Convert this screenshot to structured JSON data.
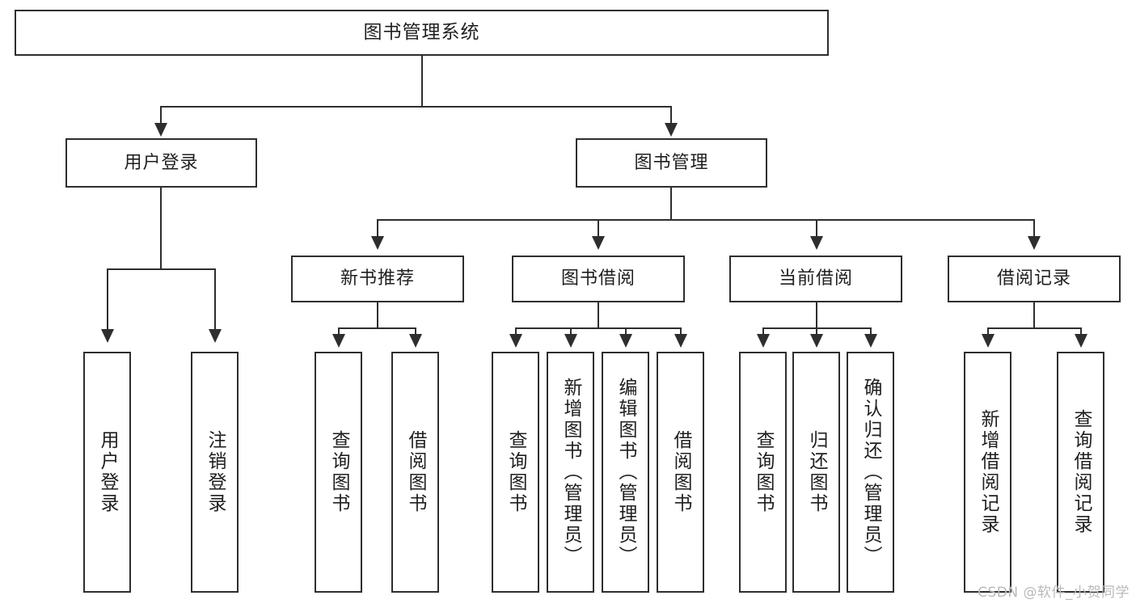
{
  "diagram": {
    "type": "tree-hierarchy",
    "title": "图书管理系统",
    "root": {
      "label": "图书管理系统"
    },
    "level2": [
      {
        "label": "用户登录"
      },
      {
        "label": "图书管理"
      }
    ],
    "level3": [
      {
        "label": "新书推荐"
      },
      {
        "label": "图书借阅"
      },
      {
        "label": "当前借阅"
      },
      {
        "label": "借阅记录"
      }
    ],
    "leaves": {
      "user_login": [
        {
          "label": "用户登录"
        },
        {
          "label": "注销登录"
        }
      ],
      "new_book_recommend": [
        {
          "label": "查询图书"
        },
        {
          "label": "借阅图书"
        }
      ],
      "book_borrow": [
        {
          "label": "查询图书"
        },
        {
          "label": "新增图书（管理员）"
        },
        {
          "label": "编辑图书（管理员）"
        },
        {
          "label": "借阅图书"
        }
      ],
      "current_borrow": [
        {
          "label": "查询图书"
        },
        {
          "label": "归还图书"
        },
        {
          "label": "确认归还（管理员）"
        }
      ],
      "borrow_record": [
        {
          "label": "新增借阅记录"
        },
        {
          "label": "查询借阅记录"
        }
      ]
    }
  },
  "watermark": {
    "text": "CSDN @软件_小贺同学"
  },
  "colors": {
    "stroke": "#2e2e2e",
    "background": "#ffffff",
    "text": "#1f1f1f",
    "watermark": "#b9b9b9"
  }
}
